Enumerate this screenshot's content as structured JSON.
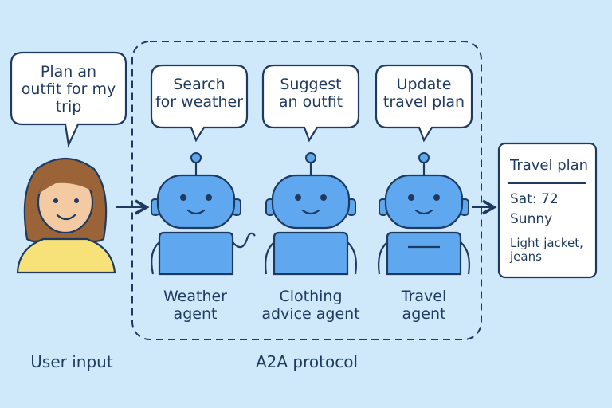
{
  "user": {
    "speech": "Plan an\noutfit for my\ntrip",
    "caption": "User input"
  },
  "protocol": {
    "caption": "A2A protocol"
  },
  "agents": [
    {
      "speech": "Search\nfor weather",
      "label": "Weather\nagent"
    },
    {
      "speech": "Suggest\nan outfit",
      "label": "Clothing\nadvice agent"
    },
    {
      "speech": "Update\ntravel plan",
      "label": "Travel\nagent"
    }
  ],
  "travel_card": {
    "title": "Travel plan",
    "line1": "Sat: 72",
    "line2": "Sunny",
    "line3": "Light jacket,\njeans"
  },
  "colors": {
    "background": "#cfe9fb",
    "robot": "#5fa8f0",
    "outline": "#1f3a5f",
    "user_shirt": "#f7e27a",
    "user_hair": "#9a6438",
    "user_skin": "#f4caa3"
  }
}
